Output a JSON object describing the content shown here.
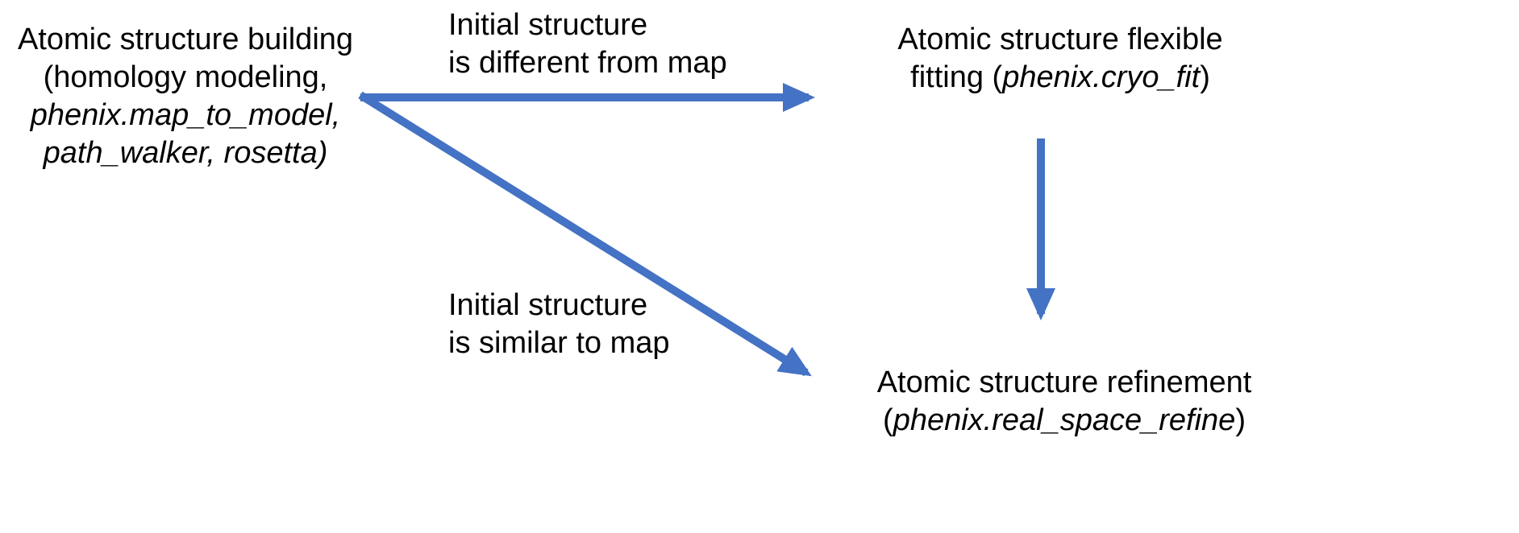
{
  "colors": {
    "arrow": "#4472C4",
    "text": "#000000",
    "background": "#ffffff"
  },
  "nodes": {
    "building": {
      "line1": "Atomic structure building",
      "line2": "(homology modeling,",
      "line3_italic": "phenix.map_to_model,",
      "line4_italic": "path_walker, rosetta)"
    },
    "fitting": {
      "line1": "Atomic structure flexible",
      "line2_pre": "fitting (",
      "line2_italic": "phenix.cryo_fit",
      "line2_post": ")"
    },
    "refinement": {
      "line1": "Atomic structure refinement",
      "line2_pre": "(",
      "line2_italic": "phenix.real_space_refine",
      "line2_post": ")"
    }
  },
  "edge_labels": {
    "different": {
      "line1": "Initial structure",
      "line2": "is different from map"
    },
    "similar": {
      "line1": "Initial structure",
      "line2": "is similar to map"
    }
  }
}
